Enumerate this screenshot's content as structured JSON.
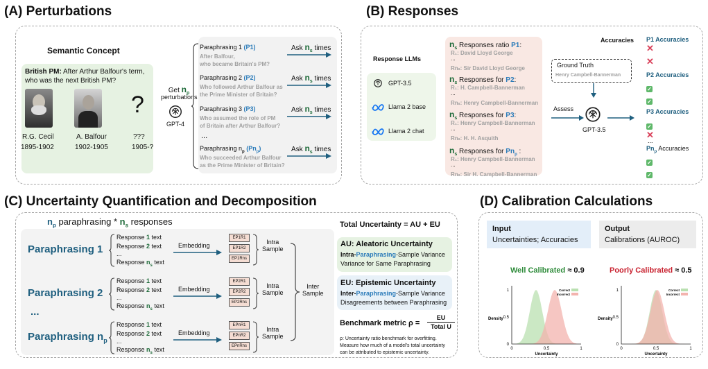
{
  "A": {
    "title": "(A) Perturbations",
    "concept_title": "Semantic Concept",
    "question_bold": "British PM:",
    "question_rest": " After Arthur Balfour's term,",
    "question_line2": "who was the next British PM?",
    "p1_name": "R.G. Cecil",
    "p1_years": "1895-1902",
    "p2_name": "A. Balfour",
    "p2_years": "1902-1905",
    "p3_name": "???",
    "p3_years": "1905-?",
    "qmark": "?",
    "get": "Get",
    "np": "n",
    "np_sub": "p",
    "perturbations": "perturbations",
    "gpt4": "GPT-4",
    "paras": [
      {
        "label": "Paraphrasing 1 ",
        "tag": "(P1)",
        "l1": "After Balfour,",
        "l2": "who became Britain's PM?"
      },
      {
        "label": "Paraphrasing 2 ",
        "tag": "(P2)",
        "l1": "Who followed Arthur Balfour as",
        "l2": "the Prime Minister of Britain?"
      },
      {
        "label": "Paraphrasing 3 ",
        "tag": "(P3)",
        "l1": "Who assumed the role of PM",
        "l2": "of Britain after Arthur Balfour?"
      },
      {
        "label": "Paraphrasing n",
        "tag": "(Pn",
        "l1": "Who succeeded Arthur Balfour",
        "l2": "as the Prime Minister of Britain?"
      }
    ],
    "dots": "...",
    "ask": "Ask ",
    "ns": "n",
    "ns_sub": "s",
    "times": " times"
  },
  "B": {
    "title": "(B) Responses",
    "llms_title": "Response LLMs",
    "llms": [
      "GPT-3.5",
      "Llama 2 base",
      "Llama 2 chat"
    ],
    "ratio_prefix": " Responses ratio ",
    "ratio_p1": "P1",
    "responses_for": " Responses for ",
    "groups": [
      {
        "p": "P1",
        "r": [
          "R₁: David Lloyd George",
          "Rnₛ: Sir David Lloyd George"
        ]
      },
      {
        "p": "P2",
        "r": [
          "R₁: H. Campbell-Bannerman",
          "Rnₛ: Henry Campbell-Bannerman"
        ]
      },
      {
        "p": "P3",
        "r": [
          "R₁: Henry Campbell-Bannerman",
          "Rnₛ: H. H. Asquith"
        ]
      },
      {
        "p": "Pn",
        "r": [
          "R₁: Henry Campbell-Bannerman",
          "Rnₛ: Sir H. Campbell-Bannerman"
        ]
      }
    ],
    "ground_truth": "Ground Truth",
    "ground_value": "Henry Campbell-Bannerman",
    "assess": "Assess",
    "gpt35": "GPT-3.5",
    "accuracies": "Accuracies",
    "acc_labels": [
      "P1 Accuracies",
      "P2 Accuracies",
      "P3 Accuracies",
      "Pn"
    ],
    "acc_suffix": " Accuracies",
    "acc_p": "p"
  },
  "C": {
    "title": "(C) Uncertainty Quantification and Decomposition",
    "head_np": "n",
    "head_p": "p",
    "head_mid": " paraphrasing * ",
    "head_ns": "n",
    "head_s": "s",
    "head_end": " responses",
    "paraphrasing": [
      "Paraphrasing 1",
      "Paraphrasing 2",
      "Paraphrasing n"
    ],
    "para_sub": "p",
    "resp1": "Response ",
    "resp1_n": "1",
    "resp2_n": "2",
    "text": " text",
    "resp_ns": "n",
    "resp_s": "s",
    "embedding": "Embedding",
    "intra": "Intra",
    "sample": "Sample",
    "inter": "Inter",
    "emb_labels": [
      [
        "EP1R1",
        "EP1R2",
        "EP1Rns"
      ],
      [
        "EP2R1",
        "EP2R2",
        "EP2Rns"
      ],
      [
        "EPnR1",
        "EPnR2",
        "EPnRns"
      ]
    ],
    "total": "Total Uncertainty = AU + EU",
    "au_title": "AU: Aleatoric Uncertainty",
    "au_l1a": "Intra-",
    "au_l1b": "Paraphrasing",
    "au_l1c": "-Sample Variance",
    "au_l2": "Variance for Same Paraphrasing",
    "eu_title": "EU: Epistemic Uncertainty",
    "eu_l1a": "Inter-",
    "eu_l1b": "Paraphrasing",
    "eu_l1c": "-Sample Variance",
    "eu_l2": "Disagreements between Paraphrasing",
    "bench": "Benchmark metric ρ =",
    "frac_num": "EU",
    "frac_den": "Total U",
    "note1": "ρ: Uncertainty ratio benchmark for overfitting.",
    "note2": "Measure how much of a model's total uncertainty",
    "note3": "can be attributed to epistemic uncertainty."
  },
  "D": {
    "title": "(D) Calibration Calculations",
    "input_title": "Input",
    "input_val": "Uncertainties; Accuracies",
    "output_title": "Output",
    "output_val": "Calibrations (AUROC)",
    "well": "Well Calibrated",
    "well_val": " ≈ 0.9",
    "poor": "Poorly Calibrated",
    "poor_val": " ≈ 0.5",
    "correct": "Correct",
    "incorrect": "Incorrect",
    "density": "Density",
    "uncertainty": "Uncertainty",
    "yticks": [
      "1",
      "0.5",
      "0"
    ],
    "xticks": [
      "0",
      "0.5",
      "1"
    ],
    "colors": {
      "correct": "#b9e0b0",
      "incorrect": "#f3b3ae",
      "well": "#2e8b3a",
      "poor": "#c8202e"
    }
  }
}
